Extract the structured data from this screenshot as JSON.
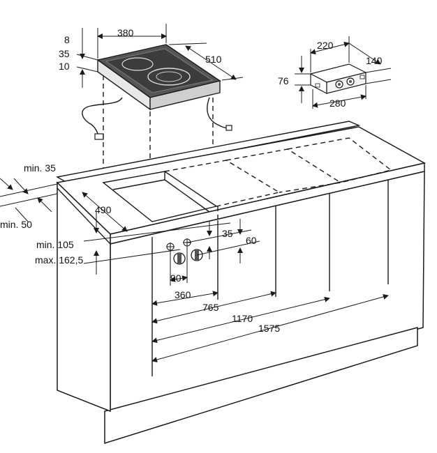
{
  "hob": {
    "dim_width": "380",
    "dim_depth": "510",
    "dim_8": "8",
    "dim_35": "35",
    "dim_10": "10"
  },
  "control_box": {
    "dim_220": "220",
    "dim_140": "140",
    "dim_76": "76",
    "dim_280": "280"
  },
  "worktop": {
    "min_35": "min. 35",
    "min_50": "min. 50",
    "depth_490": "490",
    "min_105": "min. 105",
    "max_162_5": "max. 162,5"
  },
  "knobs": {
    "dim_35": "35",
    "dim_60": "60",
    "dim_90": "90"
  },
  "widths": {
    "w360": "360",
    "w765": "765",
    "w1170": "1170",
    "w1575": "1575"
  }
}
